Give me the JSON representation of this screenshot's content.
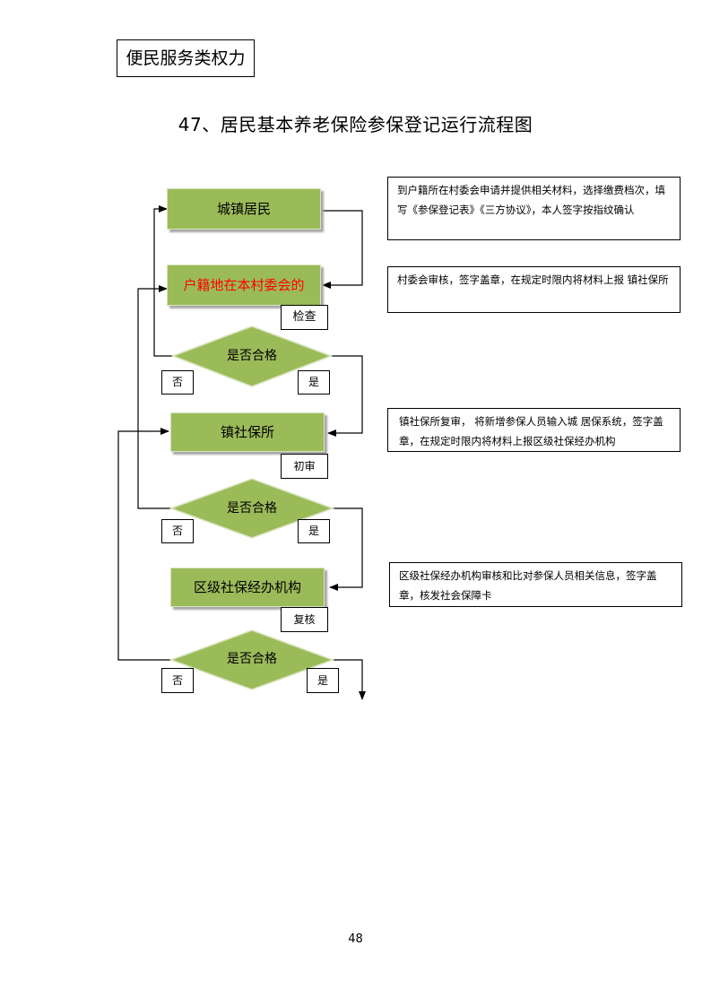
{
  "header": {
    "category": "便民服务类权力"
  },
  "title": "47、居民基本养老保险参保登记运行流程图",
  "flow": {
    "nodes": {
      "urban_residents": "城镇居民",
      "village_committee": "户籍地在本村委会的",
      "town_social_security": "镇社保所",
      "district_agency": "区级社保经办机构"
    },
    "decision_label": "是否合格",
    "stage_labels": {
      "check": "检查",
      "first_review": "初审",
      "re_review": "复核"
    },
    "branch_labels": {
      "no": "否",
      "yes": "是"
    }
  },
  "notes": [
    "到户籍所在村委会申请并提供相关材料，选择缴费档次，填写《参保登记表》《三方协议》，本人签字按指纹确认",
    "村委会审核，签字盖章，在规定时限内将材料上报  镇社保所",
    "镇社保所复审，  将新增参保人员输入城  居保系统，签字盖章，在规定时限内将材料上报区级社保经办机构",
    "区级社保经办机构审核和比对参保人员相关信息，签字盖章，核发社会保障卡"
  ],
  "colors": {
    "node_fill": "#9bbb59",
    "node_border": "#d7e4bd",
    "highlight_text": "#ff0000"
  },
  "footer": {
    "page_number": "48"
  }
}
